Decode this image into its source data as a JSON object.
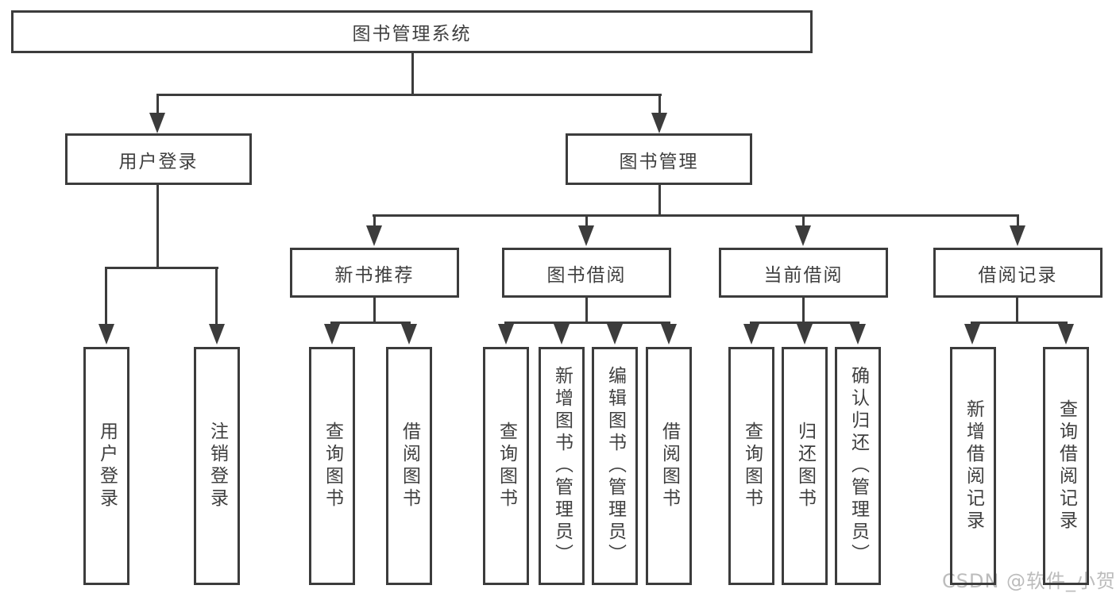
{
  "colors": {
    "line": "#3c3c3c",
    "text": "#3f3f3f",
    "watermark": "#bcbcbc",
    "background": "#ffffff"
  },
  "diagram": {
    "title": "图书管理系统",
    "branches": {
      "user_login": {
        "label": "用户登录",
        "children": {
          "login": "用户登录",
          "logout": "注销登录"
        }
      },
      "book_mgmt": {
        "label": "图书管理",
        "sections": {
          "new_books": {
            "label": "新书推荐",
            "children": {
              "query": "查询图书",
              "borrow": "借阅图书"
            }
          },
          "book_borrow": {
            "label": "图书借阅",
            "children": {
              "query": "查询图书",
              "add": "新增图书（管理员）",
              "edit": "编辑图书（管理员）",
              "borrow": "借阅图书"
            }
          },
          "current_borrow": {
            "label": "当前借阅",
            "children": {
              "query": "查询图书",
              "return": "归还图书",
              "confirm": "确认归还（管理员）"
            }
          },
          "borrow_records": {
            "label": "借阅记录",
            "children": {
              "add": "新增借阅记录",
              "query": "查询借阅记录"
            }
          }
        }
      }
    }
  },
  "watermark": {
    "text": "CSDN @软件_小贺同学"
  }
}
